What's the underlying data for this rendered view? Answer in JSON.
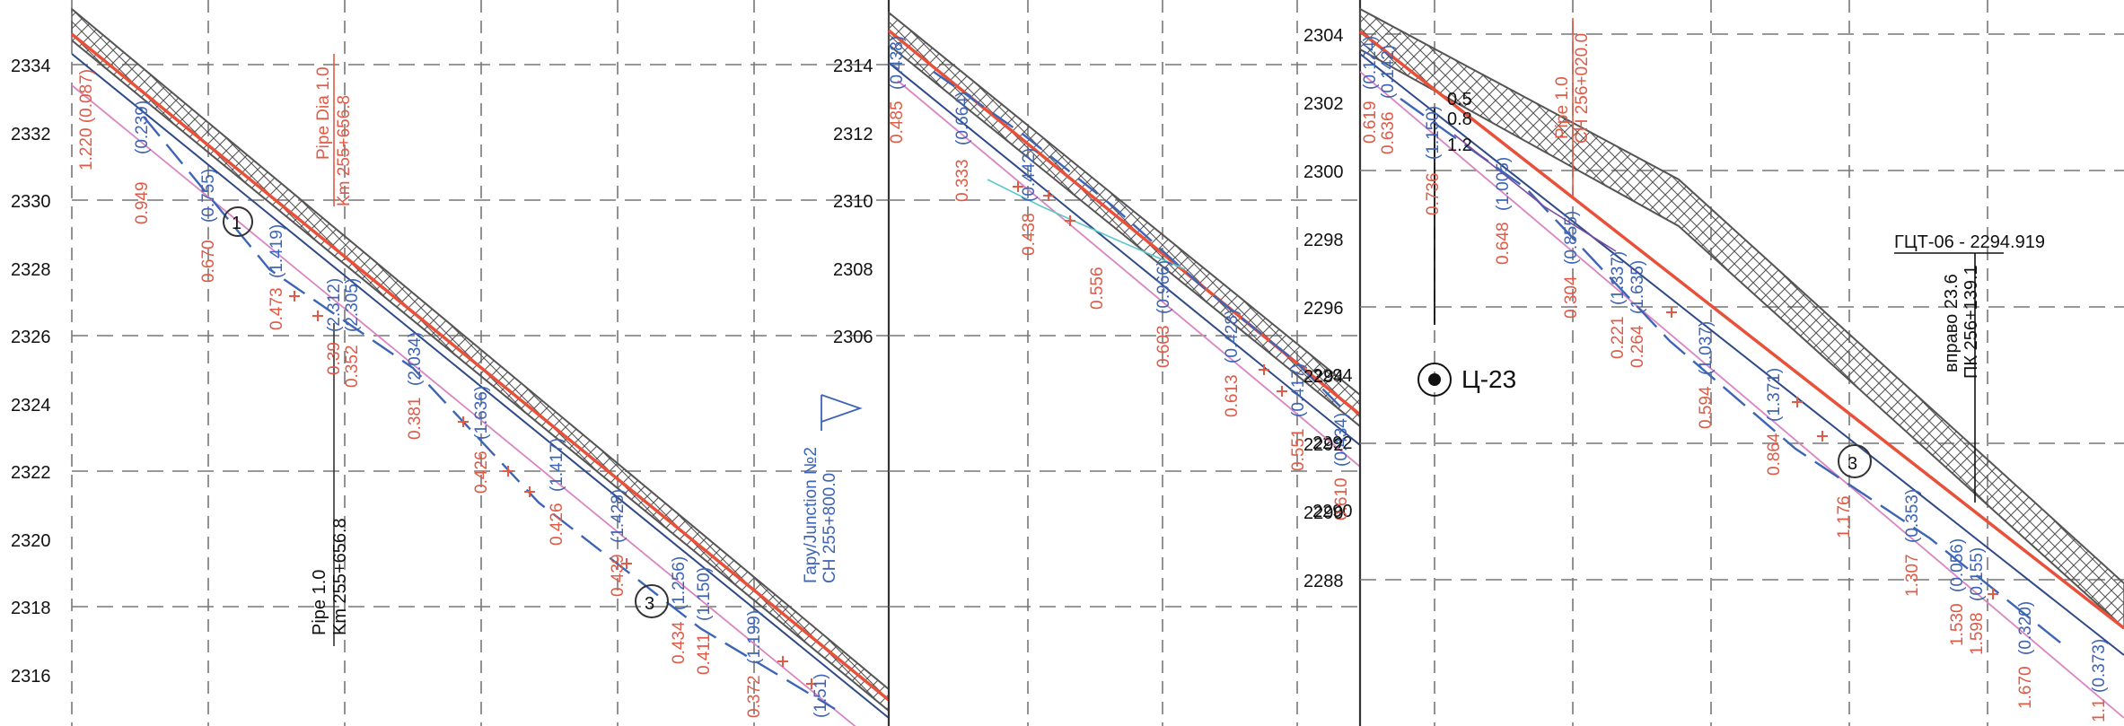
{
  "panels": [
    {
      "id": "left",
      "y_ticks": [
        "2334",
        "2332",
        "2330",
        "2328",
        "2326",
        "2324",
        "2322",
        "2320",
        "2318",
        "2316"
      ],
      "red_values": [
        "1.220 (0.087)",
        "0.949",
        "0.670",
        "0.473",
        "0.39",
        "0.352",
        "0.381",
        "0.426",
        "0.426",
        "0.439",
        "0.434",
        "0.411",
        "0.372"
      ],
      "blue_values": [
        "(0.239)",
        "(0.755)",
        "(1.419)",
        "(2.312)",
        "(2.305)",
        "(2.034)",
        "(1.636)",
        "(1.417)",
        "(1.428)",
        "(1.256)",
        "(1.150)",
        "(1.199)",
        "(1.51)"
      ],
      "circle_markers": [
        "1",
        "3"
      ],
      "pipe_top_line1": "Pipe Dia 1.0",
      "pipe_top_line2": "Km 255+656.8",
      "pipe_bottom_line1": "Pipe 1.0",
      "pipe_bottom_line2": "Km 255+656.8",
      "junction_line1": "Гару/Junction №2",
      "junction_line2": "CH 255+800.0"
    },
    {
      "id": "middle",
      "y_ticks": [
        "2314",
        "2312",
        "2310",
        "2308",
        "2306"
      ],
      "right_ticks": [
        "2294",
        "2292",
        "2290"
      ],
      "red_values": [
        "0.485",
        "0.333",
        "0.438",
        "0.556",
        "0.603",
        "0.613",
        "0.551",
        "0.610"
      ],
      "blue_values": [
        "(0.438)",
        "(0.664)",
        "(0.442)",
        "(0.966)",
        "(0.428)",
        "(0.417)",
        "(0.434)"
      ]
    },
    {
      "id": "right",
      "y_ticks": [
        "2304",
        "2302",
        "2300",
        "2298",
        "2296",
        "2294",
        "2292",
        "2290",
        "2288"
      ],
      "red_values": [
        "0.619",
        "0.636",
        "0.736",
        "0.648",
        "0.304",
        "0.221",
        "0.264",
        "0.594",
        "0.864",
        "1.176",
        "1.307",
        "1.530",
        "1.598",
        "1.670",
        "1.1"
      ],
      "blue_values": [
        "(0.124)",
        "(0.142)",
        "(1.150)",
        "(1.005)",
        "(0.855)",
        "(1.337)",
        "(1.635)",
        "(1.037)",
        "(1.371)",
        "(0.353)",
        "(0.056)",
        "(0.155)",
        "(0.320)",
        "(0.373)"
      ],
      "depth_marks": [
        "0.5",
        "0.8",
        "1.2"
      ],
      "circle_markers": [
        "3"
      ],
      "pipe_line1": "Pipe 1.0",
      "pipe_line2": "CH 256+020.0",
      "benchmark": "Ц-23",
      "gct_label": "ГЦТ-06 - 2294.919",
      "vpravo_line1": "вправо 23.6",
      "vpravo_line2": "ПК 256+139.1"
    }
  ],
  "colors": {
    "design_line": "#e8503a",
    "existing_line": "#3d64b5",
    "ground_line": "#555555",
    "offset_line": "#d985c0",
    "grid": "#777777"
  }
}
